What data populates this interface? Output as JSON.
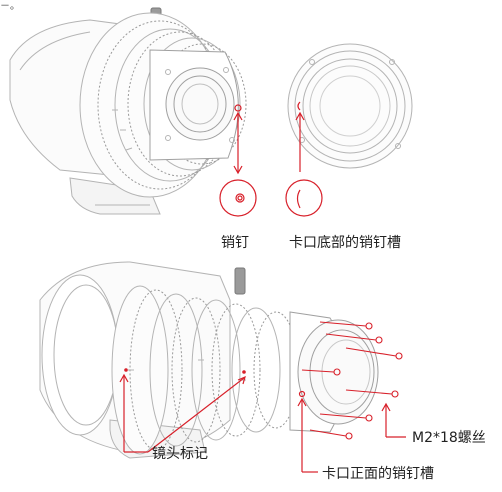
{
  "corner_text": "－。",
  "labels": {
    "pin": "销钉",
    "mount_bottom_slot": "卡口底部的销钉槽",
    "screws": "M2*18螺丝",
    "lens_mark": "镜头标记",
    "mount_front_slot": "卡口正面的销钉槽"
  },
  "colors": {
    "line": "#b4b4b4",
    "line_dark": "#8c8c8c",
    "accent": "#d8202a",
    "text": "#222222"
  }
}
